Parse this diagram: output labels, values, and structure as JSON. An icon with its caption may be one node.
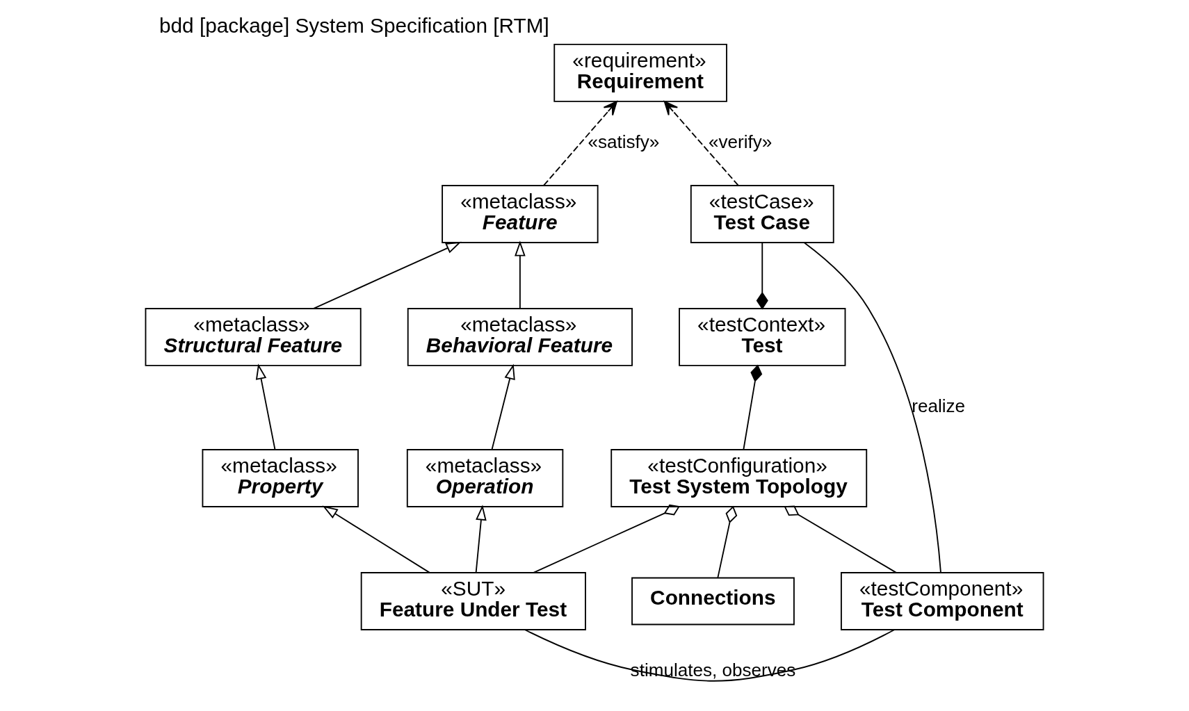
{
  "diagram": {
    "title": "bdd [package] System Specification [RTM]",
    "nodes": [
      {
        "text": [
          "«requirement»",
          "Requirement"
        ]
      },
      {
        "text": [
          "«metaclass»",
          "Feature"
        ]
      },
      {
        "text": [
          "«testCase»",
          "Test Case"
        ]
      },
      {
        "text": [
          "«metaclass»",
          "Structural Feature"
        ]
      },
      {
        "text": [
          "«metaclass»",
          "Behavioral Feature"
        ]
      },
      {
        "text": [
          "«testContext»",
          "Test"
        ]
      },
      {
        "text": [
          "«metaclass»",
          "Property"
        ]
      },
      {
        "text": [
          "«metaclass»",
          "Operation"
        ]
      },
      {
        "text": [
          "«testConfiguration»",
          "Test System Topology"
        ]
      },
      {
        "text": [
          "«SUT»",
          "Feature Under Test"
        ]
      },
      {
        "text": [
          "Connections"
        ]
      },
      {
        "text": [
          "«testComponent»",
          "Test Component"
        ]
      }
    ],
    "edges": [
      {
        "from": 1,
        "to": 0,
        "arrow": "to",
        "style": "dashed",
        "label": "«satisfy»"
      },
      {
        "from": 2,
        "to": 0,
        "arrow": "to",
        "style": "dashed",
        "label": "«verify»"
      },
      {
        "from": 3,
        "to": 1,
        "arrow": "to"
      },
      {
        "from": 4,
        "to": 1,
        "arrow": "to"
      },
      {
        "from": 5,
        "to": 2,
        "arrow": "other"
      },
      {
        "from": 6,
        "to": 3,
        "arrow": "to"
      },
      {
        "from": 7,
        "to": 4,
        "arrow": "to"
      },
      {
        "from": 8,
        "to": 5,
        "arrow": "other"
      },
      {
        "from": 9,
        "to": 6,
        "arrow": "to"
      },
      {
        "from": 9,
        "to": 7,
        "arrow": "to"
      },
      {
        "from": 9,
        "to": 8,
        "arrow": "other"
      },
      {
        "from": 10,
        "to": 8,
        "arrow": "other"
      },
      {
        "from": 11,
        "to": 8,
        "arrow": "other"
      },
      {
        "from": 11,
        "to": 2,
        "arrow": "none",
        "label": "realize"
      },
      {
        "from": 9,
        "to": 11,
        "arrow": "none",
        "label": "stimulates, observes"
      }
    ]
  }
}
